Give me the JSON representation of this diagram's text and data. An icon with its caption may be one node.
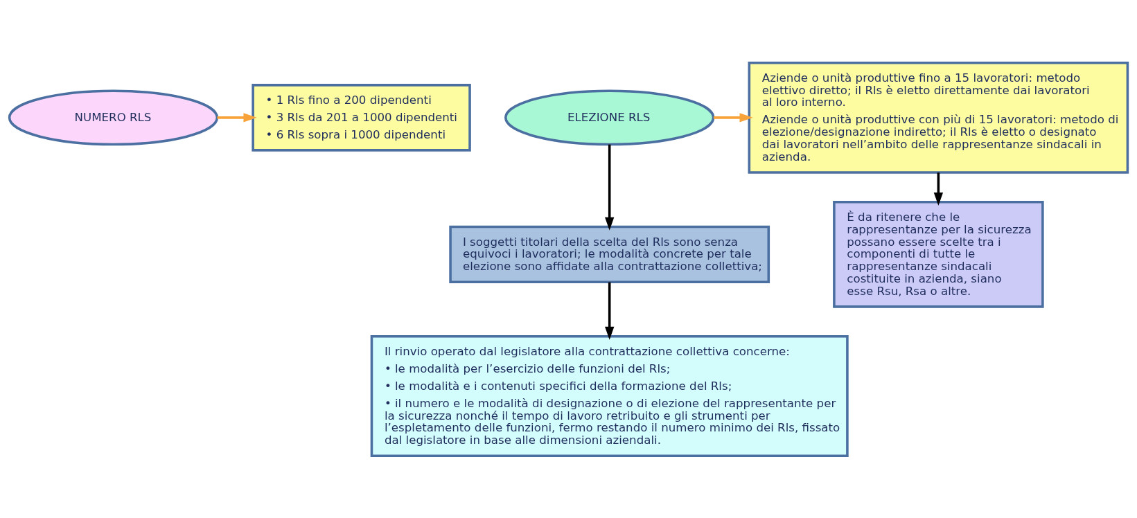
{
  "diagram": {
    "nodes": [
      {
        "text": [
          "NUMERO RLS"
        ]
      },
      {
        "text": [
          "• 1 Rls fino a 200 dipendenti",
          "• 3 Rls da 201 a 1000 dipendenti",
          "• 6 Rls sopra i 1000 dipendenti"
        ]
      },
      {
        "text": [
          "ELEZIONE RLS"
        ]
      },
      {
        "text": [
          "Aziende o unità produttive fino a 15 lavoratori: metodo elettivo diretto; il Rls è eletto direttamente dai lavoratori al loro interno.",
          "Aziende o unità produttive con più di 15 lavoratori: metodo di elezione/designazione indiretto; il Rls è eletto o designato dai lavoratori nell’ambito delle rappresentanze sindacali in azienda."
        ]
      },
      {
        "text": [
          "I soggetti titolari della scelta del Rls sono senza equivoci i lavoratori; le modalità concrete per tale elezione sono affidate alla contrattazione collettiva;"
        ]
      },
      {
        "text": [
          "Il rinvio operato dal legislatore alla contrattazione collettiva concerne:",
          "• le modalità per l’esercizio delle funzioni del Rls;",
          "• le modalità e i contenuti specifici della formazione del Rls;",
          "• il numero e le modalità di designazione o di elezione del rappresentante per la sicurezza nonché il tempo di lavoro retribuito e gli strumenti per l’espletamento delle funzioni, fermo restando il numero minimo dei Rls, fissato dal legislatore in base alle dimensioni aziendali."
        ]
      },
      {
        "text": [
          "È da ritenere che le rappresentanze per la sicurezza possano essere scelte tra i componenti di tutte le rappresentanze sindacali costituite in azienda, siano esse Rsu, Rsa o altre."
        ]
      }
    ],
    "edges": [
      {
        "from": 0,
        "to": 1,
        "arrow": "to",
        "color": "#f7a33a"
      },
      {
        "from": 2,
        "to": 3,
        "arrow": "to",
        "color": "#f7a33a"
      },
      {
        "from": 2,
        "to": 4,
        "arrow": "to"
      },
      {
        "from": 4,
        "to": 5,
        "arrow": "to"
      },
      {
        "from": 3,
        "to": 6,
        "arrow": "to"
      }
    ]
  }
}
